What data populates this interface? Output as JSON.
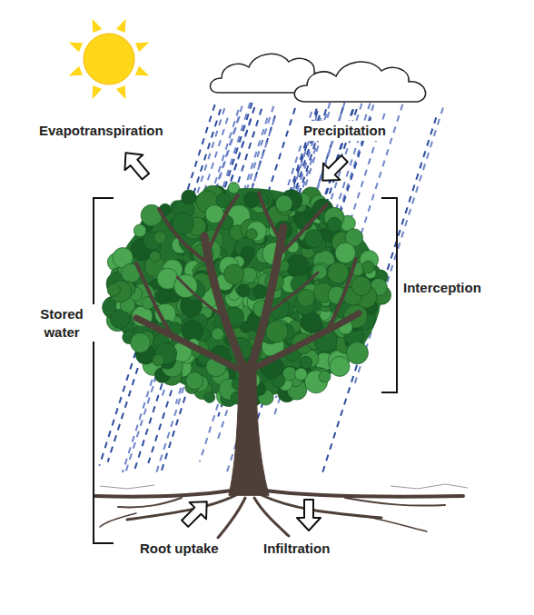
{
  "diagram": {
    "labels": [
      "Evapotranspiration",
      "Precipitation",
      "Interception",
      "Stored water",
      "Root uptake",
      "Infiltration"
    ]
  }
}
